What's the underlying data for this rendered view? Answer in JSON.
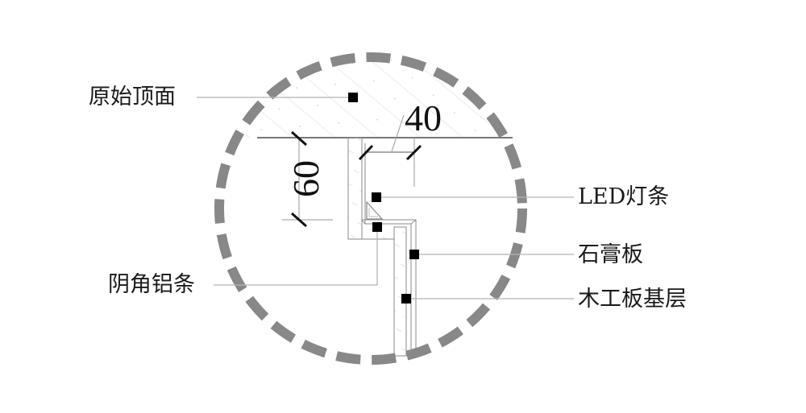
{
  "diagram": {
    "labels": {
      "original_ceiling": "原始顶面",
      "led_strip": "LED灯条",
      "gypsum_board": "石膏板",
      "inside_corner_aluminum": "阴角铝条",
      "plywood_base": "木工板基层"
    },
    "dimensions": {
      "horizontal": "40",
      "vertical": "60"
    },
    "colors": {
      "circle_dash": "#888888",
      "line": "#777777",
      "leader": "#b0b0b0",
      "marker": "#000000",
      "text": "#1a1a1a",
      "hatch": "#d8d8d8"
    }
  }
}
